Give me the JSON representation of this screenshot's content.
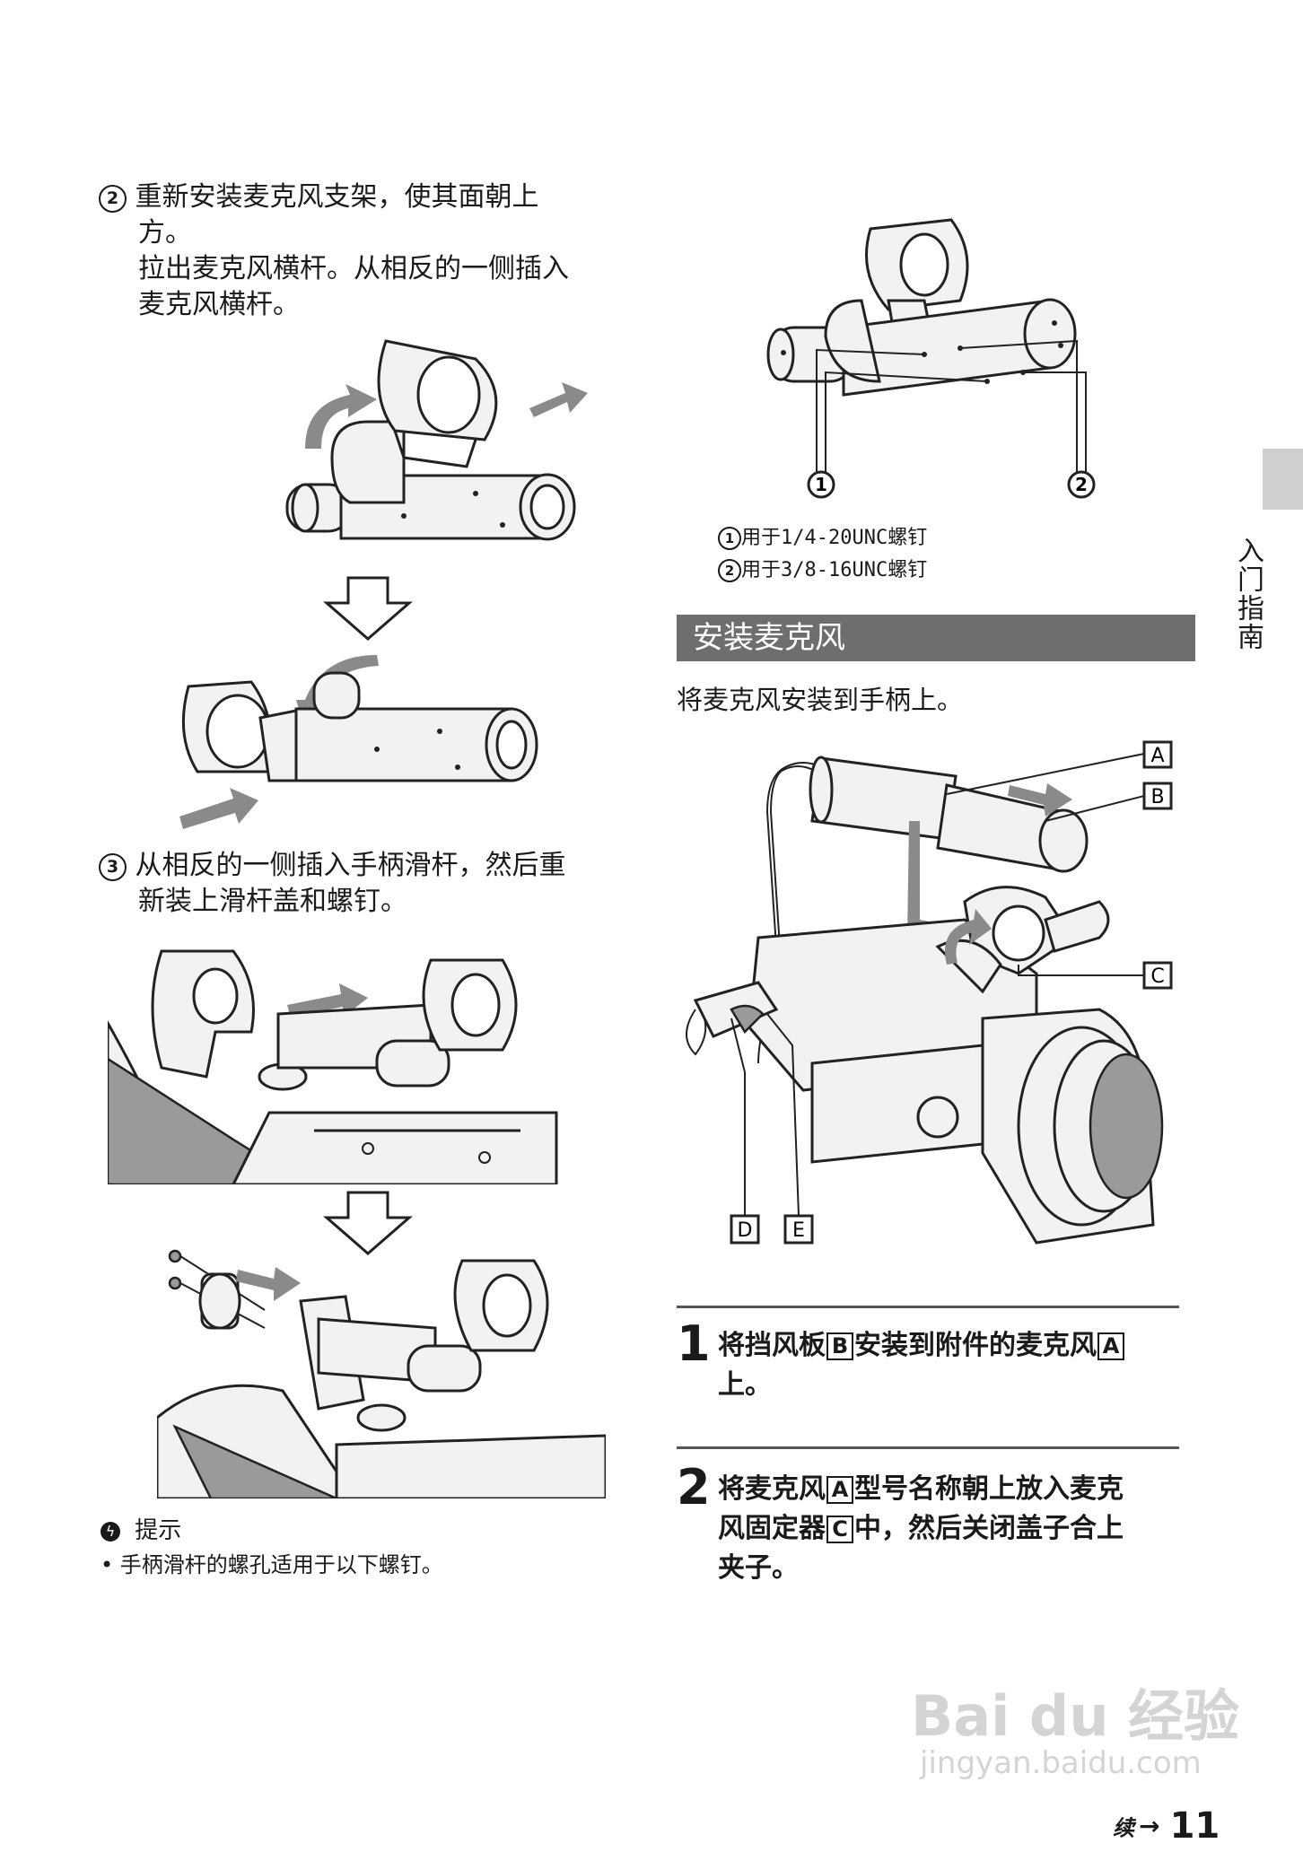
{
  "left": {
    "step2": {
      "marker": "2",
      "line1": "重新安装麦克风支架，使其面朝上",
      "line2": "方。",
      "line3": "拉出麦克风横杆。从相反的一侧插入",
      "line4": "麦克风横杆。"
    },
    "step3": {
      "marker": "3",
      "line1": "从相反的一侧插入手柄滑杆，然后重",
      "line2": "新装上滑杆盖和螺钉。"
    },
    "tip": {
      "title": "提示",
      "bullet": "•",
      "text": "手柄滑杆的螺孔适用于以下螺钉。"
    }
  },
  "right": {
    "screw_figure": {
      "callout1": "1",
      "callout2": "2"
    },
    "screw_notes": [
      {
        "marker": "1",
        "text": "用于1/4-20UNC螺钉"
      },
      {
        "marker": "2",
        "text": "用于3/8-16UNC螺钉"
      }
    ],
    "section_title": "安装麦克风",
    "intro": "将麦克风安装到手柄上。",
    "mic_figure": {
      "label_a": "A",
      "label_b": "B",
      "label_c": "C",
      "label_d": "D",
      "label_e": "E"
    },
    "step1": {
      "number": "1",
      "t1": "将挡风板",
      "box1": "B",
      "t2": "安装到附件的麦克风",
      "box2": "A",
      "t3": "上。"
    },
    "step2": {
      "number": "2",
      "t1": "将麦克风",
      "box1": "A",
      "t2": "型号名称朝上放入麦克",
      "t3": "风固定器",
      "box2": "C",
      "t4": "中，然后关闭盖子合上",
      "t5": "夹子。"
    }
  },
  "side_tab": {
    "label": "入门指南"
  },
  "footer": {
    "continued": "续",
    "arrow": "→",
    "page_number": "11"
  },
  "watermark": {
    "brand": "Bai du 经验",
    "url": "jingyan.baidu.com"
  }
}
